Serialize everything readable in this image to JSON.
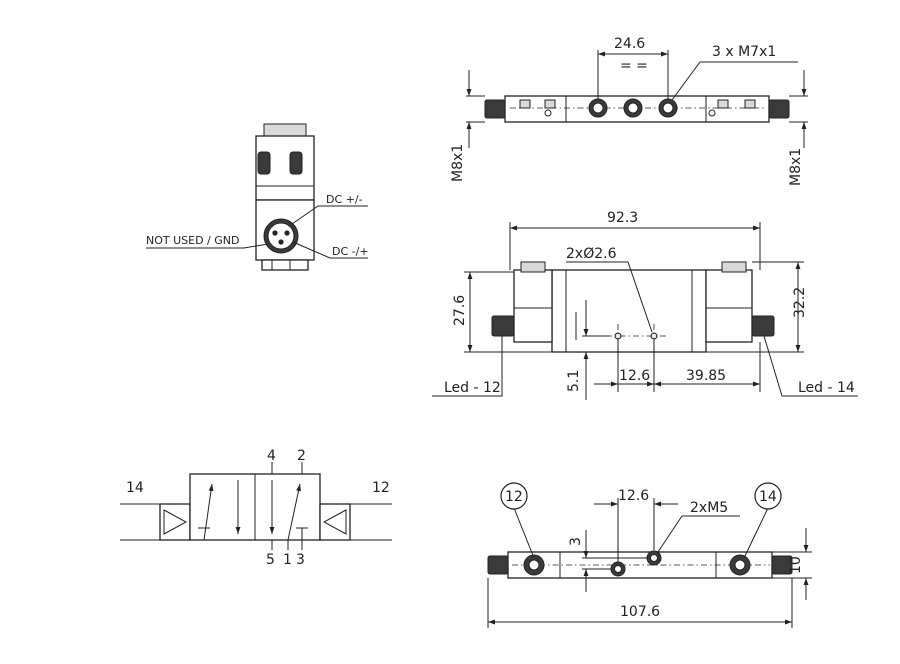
{
  "colors": {
    "line": "#222222",
    "fill_dark": "#3a3a3a",
    "fill_grey": "#d9d9d9"
  },
  "side_view": {
    "labels": {
      "dc_plus_minus": "DC +/-",
      "dc_minus_plus": "DC -/+",
      "not_used": "NOT USED / GND"
    }
  },
  "top_view": {
    "dim_pitch": "24.6",
    "equal_marks": "= =",
    "ports": "3 x M7x1",
    "thread_left": "M8x1",
    "thread_right": "M8x1"
  },
  "front_view": {
    "length": "92.3",
    "holes": "2xØ2.6",
    "height_left": "27.6",
    "height_right": "32.2",
    "offset": "5.1",
    "spacing": "12.6",
    "offset2": "39.85",
    "led_left": "Led - 12",
    "led_right": "Led - 14"
  },
  "symbol": {
    "port_4": "4",
    "port_2": "2",
    "port_5": "5",
    "port_1": "1",
    "port_3": "3",
    "pilot_14": "14",
    "pilot_12": "12"
  },
  "bottom_view": {
    "badge_left": "12",
    "badge_right": "14",
    "spacing": "12.6",
    "threads": "2xM5",
    "offset": "3",
    "width": "10",
    "length": "107.6"
  }
}
